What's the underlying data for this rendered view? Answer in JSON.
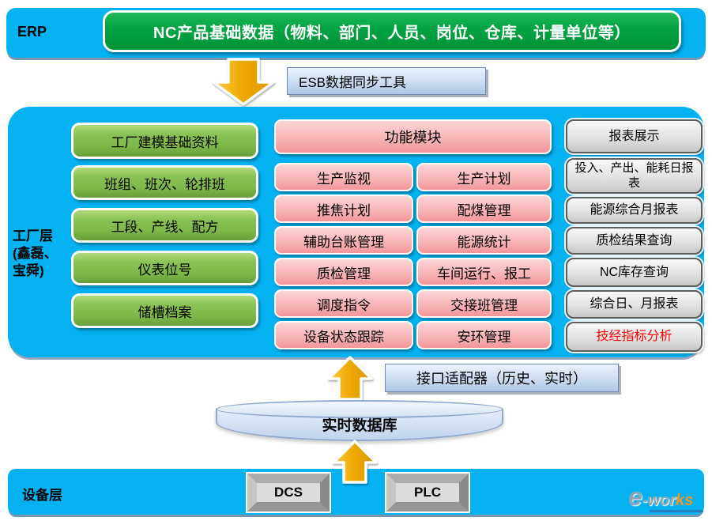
{
  "colors": {
    "layer_blue": "#04B2F2",
    "erp_green": "#02A443",
    "module_pink": "#F7AFB1",
    "base_green": "#7CB748",
    "report_gray": "#E2E2E2",
    "arrow_gold": "#EDA800",
    "highlight_red": "#FF0000"
  },
  "erp": {
    "layer_label": "ERP",
    "box_label": "NC产品基础数据（物料、部门、人员、岗位、仓库、计量单位等）"
  },
  "esb": {
    "label": "ESB数据同步工具"
  },
  "factory": {
    "layer_label_lines": [
      "工厂层",
      "(鑫磊、",
      "宝舜)"
    ],
    "base_data": [
      "工厂建模基础资料",
      "班组、班次、轮排班",
      "工段、产线、配方",
      "仪表位号",
      "储槽档案"
    ],
    "modules": {
      "header": "功能模块",
      "items": [
        "生产监视",
        "生产计划",
        "推焦计划",
        "配煤管理",
        "辅助台账管理",
        "能源统计",
        "质检管理",
        "车间运行、报工",
        "调度指令",
        "交接班管理",
        "设备状态跟踪",
        "安环管理"
      ]
    },
    "reports": {
      "header": "报表展示",
      "items": [
        "投入、产出、能耗日报表",
        "能源综合月报表",
        "质检结果查询",
        "NC库存查询",
        "综合日、月报表",
        "技经指标分析"
      ],
      "highlight_item": "技经指标分析",
      "highlight_color": "#FF0000"
    }
  },
  "adapter": {
    "label": "接口适配器（历史、实时）"
  },
  "realtime_db": {
    "label": "实时数据库"
  },
  "device": {
    "layer_label": "设备层",
    "items": [
      "DCS",
      "PLC"
    ]
  },
  "logo": {
    "e": "e",
    "wor": "-wor",
    "ks": "ks"
  }
}
